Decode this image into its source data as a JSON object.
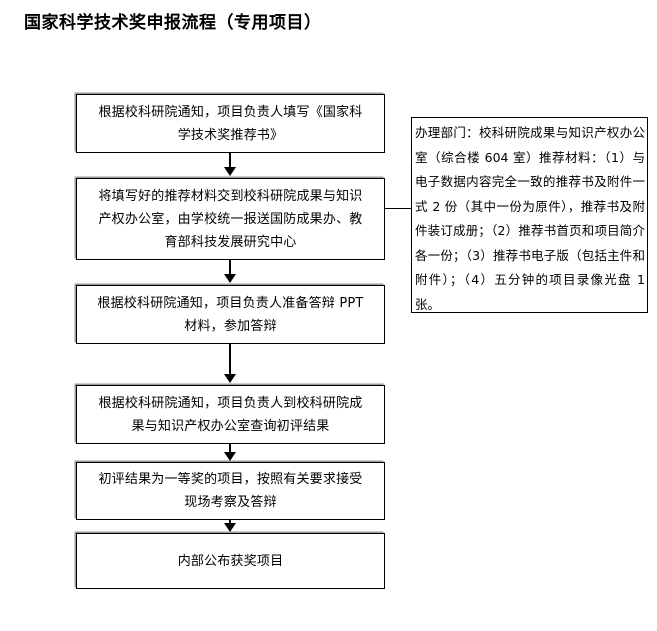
{
  "title": "国家科学技术奖申报流程（专用项目）",
  "flow": {
    "steps": [
      {
        "id": "step-1",
        "label": "根据校科研院通知，项目负责人填写《国家科学技术奖推荐书》"
      },
      {
        "id": "step-2",
        "label": "将填写好的推荐材料交到校科研院成果与知识产权办公室，由学校统一报送国防成果办、教育部科技发展研究中心"
      },
      {
        "id": "step-3",
        "label": "根据校科研院通知，项目负责人准备答辩 PPT 材料，参加答辩"
      },
      {
        "id": "step-4",
        "label": "根据校科研院通知，项目负责人到校科研院成果与知识产权办公室查询初评结果"
      },
      {
        "id": "step-5",
        "label": "初评结果为一等奖的项目，按照有关要求接受现场考察及答辩"
      },
      {
        "id": "step-6",
        "label": "内部公布获奖项目"
      }
    ],
    "connector_direction": "down",
    "connector_count": 5
  },
  "side_note": {
    "text": "办理部门：校科研院成果与知识产权办公室（综合楼 604 室）推荐材料：（1）与电子数据内容完全一致的推荐书及附件一式 2 份（其中一份为原件），推荐书及附件装订成册；（2）推荐书首页和项目简介各一份；（3）推荐书电子版（包括主件和附件）；（4）五分钟的项目录像光盘 1 张。",
    "department_line": "办理部门：校科研院成果与知识产权办公室（综合楼 604 室）",
    "materials_line": "推荐材料：（1）与电子数据内容完全一致的推荐书及附件一式 2 份（其中一份为原件），推荐书及附件装订成册；（2）推荐书首页和项目简介各一份；（3）推荐书电子版（包括主件和附件）；（4）五分钟的项目录像光盘 1 张。"
  },
  "colors": {
    "background": "#ffffff",
    "text": "#000000",
    "box_border": "#000000",
    "box_shadow": "#9a9a9a",
    "connector": "#000000"
  }
}
